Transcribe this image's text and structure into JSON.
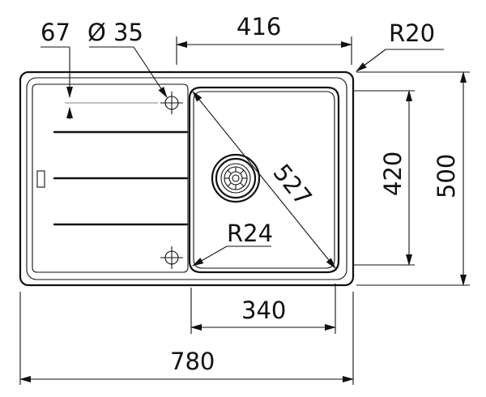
{
  "dimensions": {
    "drainer_offset": "67",
    "hole_diameter": "Ø 35",
    "bowl_width": "416",
    "outer_radius": "R20",
    "bowl_depth": "420",
    "overall_depth": "500",
    "bowl_diagonal": "527",
    "inner_radius": "R24",
    "bowl_inner_width": "340",
    "overall_width": "780"
  },
  "colors": {
    "line": "#111111",
    "background": "#ffffff",
    "hidden_line": "#9a9a9a"
  }
}
